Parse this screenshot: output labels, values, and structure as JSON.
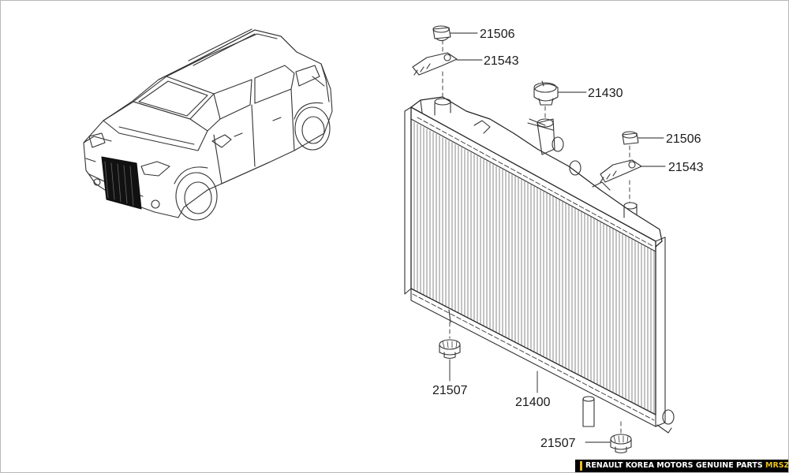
{
  "labels": {
    "cap_top": "21506",
    "bracket_top": "21543",
    "filler_cap": "21430",
    "cap_right": "21506",
    "bracket_right": "21543",
    "mount_left": "21507",
    "radiator": "21400",
    "mount_bottom": "21507"
  },
  "footer": {
    "text": "RENAULT KOREA MOTORS GENUINE PARTS",
    "brand": "MRSZONE",
    "brand_color": "#e8c020"
  }
}
